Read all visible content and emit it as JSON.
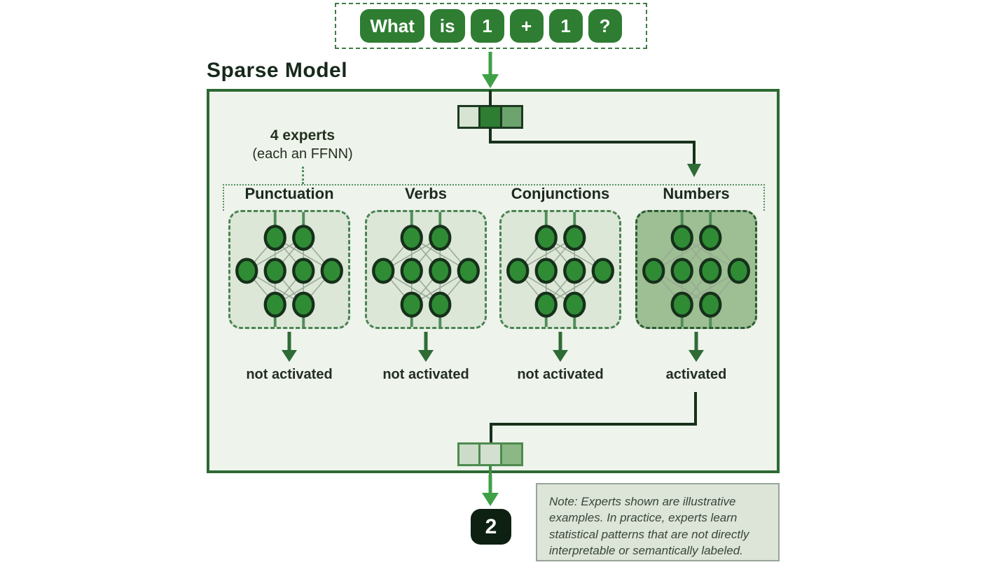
{
  "title": "Sparse Model",
  "input": {
    "tokens": [
      "What",
      "is",
      "1",
      "+",
      "1",
      "?"
    ]
  },
  "experts_label": {
    "line1": "4 experts",
    "line2": "(each an FFNN)"
  },
  "experts": [
    {
      "name": "Punctuation",
      "activated": false,
      "status_label": "not activated"
    },
    {
      "name": "Verbs",
      "activated": false,
      "status_label": "not activated"
    },
    {
      "name": "Conjunctions",
      "activated": false,
      "status_label": "not activated"
    },
    {
      "name": "Numbers",
      "activated": true,
      "status_label": "activated"
    }
  ],
  "router_vector": {
    "cell_colors": [
      "#d7e3d3",
      "#2e7d32",
      "#6da46d"
    ]
  },
  "output_vector": {
    "cell_colors": [
      "#ccdcc8",
      "#d3e0cf",
      "#8bb884"
    ]
  },
  "output_token": "2",
  "note": "Note: Experts shown are illustrative examples. In practice, experts learn statistical patterns that are not directly interpretable or semantically labeled.",
  "colors": {
    "token_green": "#2e7d32",
    "bright_arrow_green": "#3fa046",
    "dark_connector_green": "#17301b",
    "model_box_border": "#2d6a33",
    "model_box_bg": "#eef3ec",
    "expert_inactive_bg": "#dce7d8",
    "expert_active_bg": "#9dbf93",
    "answer_box_bg": "#0e2012",
    "note_bg": "#dce5d8"
  }
}
